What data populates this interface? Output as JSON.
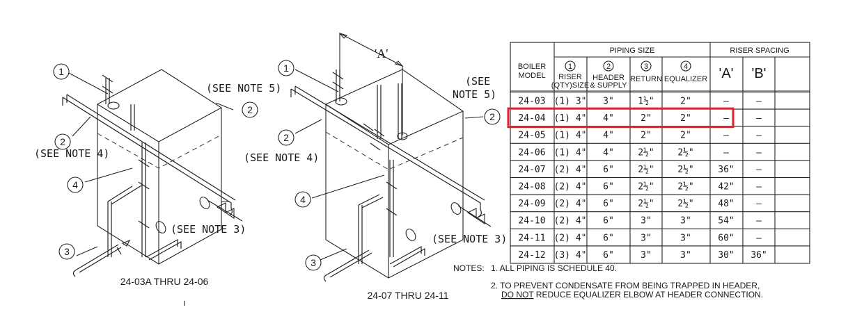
{
  "left_figure": {
    "caption": "24-03A THRU 24-06",
    "callouts": [
      "1",
      "2",
      "3",
      "4"
    ],
    "note_labels": [
      "(SEE NOTE 5)",
      "(SEE NOTE 4)",
      "(SEE NOTE 3)"
    ]
  },
  "right_figure": {
    "caption": "24-07 THRU 24-11",
    "dimension_label": "'A'",
    "callouts": [
      "1",
      "2",
      "3",
      "4"
    ],
    "note_labels": [
      "(SEE",
      "NOTE 5)",
      "(SEE NOTE 4)",
      "(SEE NOTE 3)"
    ]
  },
  "table": {
    "boiler_model_header": [
      "BOILER",
      "MODEL"
    ],
    "piping_size_header": "PIPING SIZE",
    "riser_spacing_header": "RISER SPACING",
    "columns": [
      {
        "num": "1",
        "label": [
          "RISER",
          "(QTY)SIZE"
        ]
      },
      {
        "num": "2",
        "label": [
          "HEADER",
          "& SUPPLY"
        ]
      },
      {
        "num": "3",
        "label": [
          "RETURN"
        ]
      },
      {
        "num": "4",
        "label": [
          "EQUALIZER"
        ]
      }
    ],
    "spacing_columns": [
      "'A'",
      "'B'"
    ],
    "rows": [
      {
        "model": "24-03",
        "riser": "(1)  3\"",
        "header": "3\"",
        "return": "1½\"",
        "equalizer": "2\"",
        "a": "—",
        "b": "—"
      },
      {
        "model": "24-04",
        "riser": "(1)  4\"",
        "header": "4\"",
        "return": "2\"",
        "equalizer": "2\"",
        "a": "—",
        "b": "—"
      },
      {
        "model": "24-05",
        "riser": "(1)  4\"",
        "header": "4\"",
        "return": "2\"",
        "equalizer": "2\"",
        "a": "—",
        "b": "—"
      },
      {
        "model": "24-06",
        "riser": "(1)  4\"",
        "header": "4\"",
        "return": "2½\"",
        "equalizer": "2½\"",
        "a": "—",
        "b": "—"
      },
      {
        "model": "24-07",
        "riser": "(2)  4\"",
        "header": "6\"",
        "return": "2½\"",
        "equalizer": "2½\"",
        "a": "36\"",
        "b": "—"
      },
      {
        "model": "24-08",
        "riser": "(2)  4\"",
        "header": "6\"",
        "return": "2½\"",
        "equalizer": "2½\"",
        "a": "42\"",
        "b": "—"
      },
      {
        "model": "24-09",
        "riser": "(2)  4\"",
        "header": "6\"",
        "return": "2½\"",
        "equalizer": "2½\"",
        "a": "48\"",
        "b": "—"
      },
      {
        "model": "24-10",
        "riser": "(2)  4\"",
        "header": "6\"",
        "return": "3\"",
        "equalizer": "3\"",
        "a": "54\"",
        "b": "—"
      },
      {
        "model": "24-11",
        "riser": "(2)  4\"",
        "header": "6\"",
        "return": "3\"",
        "equalizer": "3\"",
        "a": "60\"",
        "b": "—"
      },
      {
        "model": "24-12",
        "riser": "(3)  4\"",
        "header": "6\"",
        "return": "3\"",
        "equalizer": "3\"",
        "a": "30\"",
        "b": "36\""
      }
    ],
    "highlighted_model": "24-04",
    "highlight_color": "#e8202a"
  },
  "notes": {
    "prefix": "NOTES:",
    "note1": "1.  ALL PIPING IS SCHEDULE 40.",
    "note2_line1": "2.  TO PREVENT CONDENSATE FROM BEING TRAPPED IN HEADER,",
    "note2_emph": "DO NOT",
    "note2_line2_rest": " REDUCE EQUALIZER ELBOW AT HEADER CONNECTION."
  }
}
